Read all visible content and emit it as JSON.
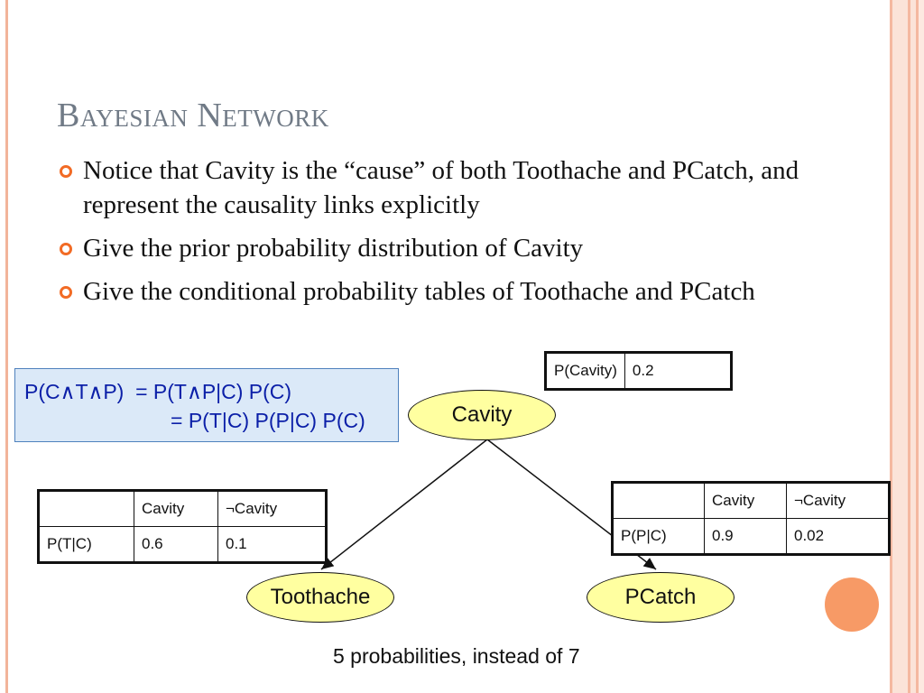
{
  "title": "Bayesian Network",
  "bullets": [
    {
      "text": "Notice that Cavity is the “cause” of both Toothache  and PCatch, and represent the causality links explicitly",
      "icon": "bullet-ring-icon"
    },
    {
      "text": "Give the prior probability distribution of Cavity",
      "icon": "bullet-ring-icon"
    },
    {
      "text": "Give the conditional probability tables of Toothache and PCatch",
      "icon": "bullet-ring-icon"
    }
  ],
  "formula": {
    "line1": "P(C∧T∧P)  = P(T∧P|C) P(C)",
    "line2": "= P(T|C) P(P|C) P(C)"
  },
  "prior_table": {
    "label": "P(Cavity)",
    "value": "0.2"
  },
  "toothache_table": {
    "header": [
      "",
      "Cavity",
      "¬Cavity"
    ],
    "row": [
      "P(T|C)",
      "0.6",
      "0.1"
    ]
  },
  "pcatch_table": {
    "header": [
      "",
      "Cavity",
      "¬Cavity"
    ],
    "row": [
      "P(P|C)",
      "0.9",
      "0.02"
    ]
  },
  "nodes": {
    "cavity": "Cavity",
    "toothache": "Toothache",
    "pcatch": "PCatch"
  },
  "caption": "5 probabilities, instead of 7",
  "colors": {
    "accent": "#f26b25",
    "node_fill": "#ffffa0",
    "formula_text": "#0b1fa8",
    "formula_bg": "#dbe9f8",
    "title": "#707a86"
  }
}
